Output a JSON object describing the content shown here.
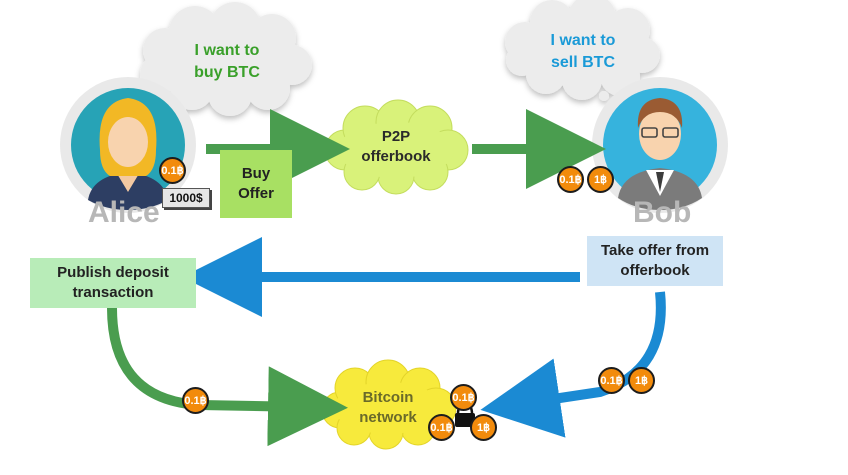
{
  "thought_alice": {
    "line1": "I want to",
    "line2": "buy BTC",
    "color": "#3aa02a"
  },
  "thought_bob": {
    "line1": "I want to",
    "line2": "sell BTC",
    "color": "#1a9ad7"
  },
  "alice": {
    "name": "Alice",
    "coin": "0.1฿",
    "cash": "1000$"
  },
  "bob": {
    "name": "Bob",
    "coins": [
      "0.1฿",
      "1฿"
    ]
  },
  "buy_offer": {
    "line1": "Buy",
    "line2": "Offer",
    "color": "#a8e063"
  },
  "offerbook": {
    "line1": "P2P",
    "line2": "offerbook",
    "color": "#d9f27a"
  },
  "take_offer": {
    "line1": "Take offer from",
    "line2": "offerbook",
    "color": "#cfe4f5"
  },
  "publish": {
    "line1": "Publish deposit",
    "line2": "transaction",
    "color": "#b8ecb8"
  },
  "network": {
    "line1": "Bitcoin",
    "line2": "network",
    "color": "#f7ea3c"
  },
  "path_coins": {
    "green": "0.1฿",
    "blue": [
      "0.1฿",
      "1฿"
    ]
  },
  "locked_coins": [
    "0.1฿",
    "0.1฿",
    "1฿"
  ],
  "colors": {
    "green_arrow": "#4a9d4f",
    "blue_arrow": "#1b8ad3",
    "coin": "#f28b0c"
  }
}
